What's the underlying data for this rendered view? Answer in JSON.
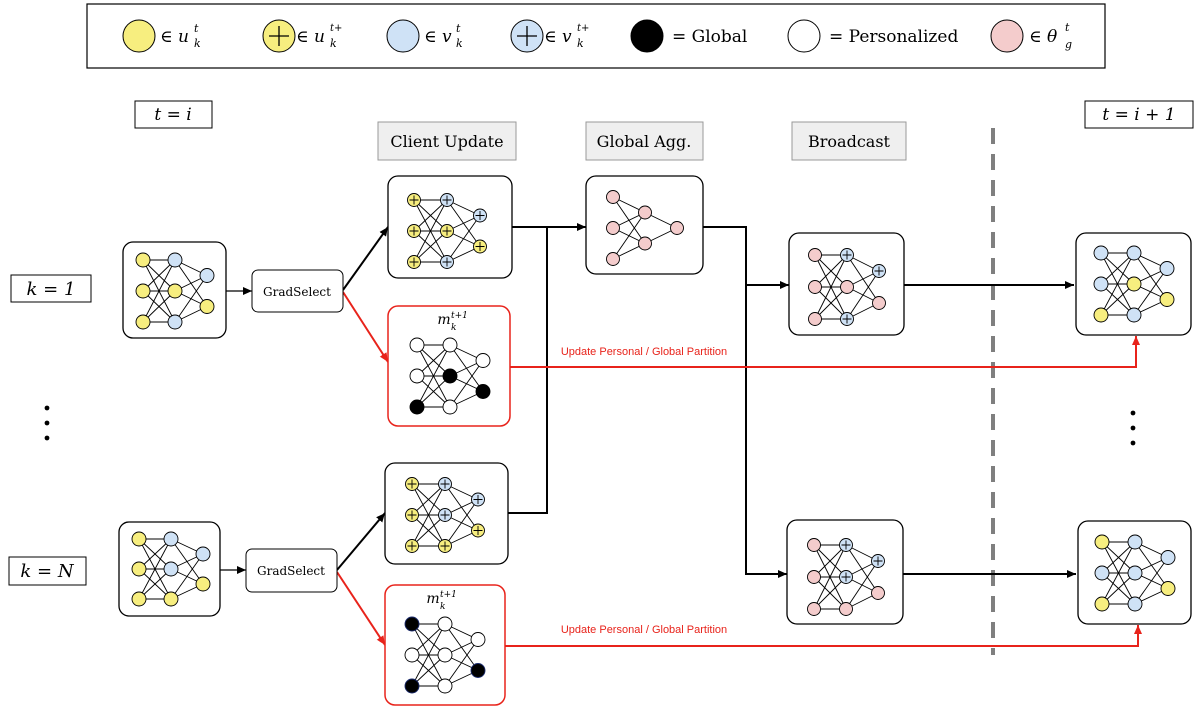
{
  "legend": {
    "u_k_t": "∈ u",
    "u_k_t_sub": "k",
    "u_k_t_sup": "t",
    "u_k_tplus": "∈ u",
    "u_k_tplus_sub": "k",
    "u_k_tplus_sup": "t+",
    "v_k_t": "∈ v",
    "v_k_t_sub": "k",
    "v_k_t_sup": "t",
    "v_k_tplus": "∈ v",
    "v_k_tplus_sub": "k",
    "v_k_tplus_sup": "t+",
    "global": "= Global",
    "personalized": "= Personalized",
    "theta_g_t": "∈ θ",
    "theta_sub": "g",
    "theta_sup": "t"
  },
  "time_labels": {
    "left": "t = i",
    "right": "t = i + 1"
  },
  "client_labels": {
    "first": "k = 1",
    "last": "k = N",
    "ellipsis": "⋮"
  },
  "stages": {
    "client_update": "Client Update",
    "global_agg": "Global Agg.",
    "broadcast": "Broadcast"
  },
  "gradselect": "GradSelect",
  "mask_label": "m",
  "mask_sub": "k",
  "mask_sup": "t+1",
  "update_partition": "Update Personal / Global Partition",
  "colors": {
    "yellow": "#f7ee7f",
    "blue": "#cfe2f6",
    "pink": "#f4cccc",
    "red": "#e8231b",
    "black": "#000000",
    "dash_gray": "#7f7f7f",
    "stage_fill": "#efefef"
  }
}
